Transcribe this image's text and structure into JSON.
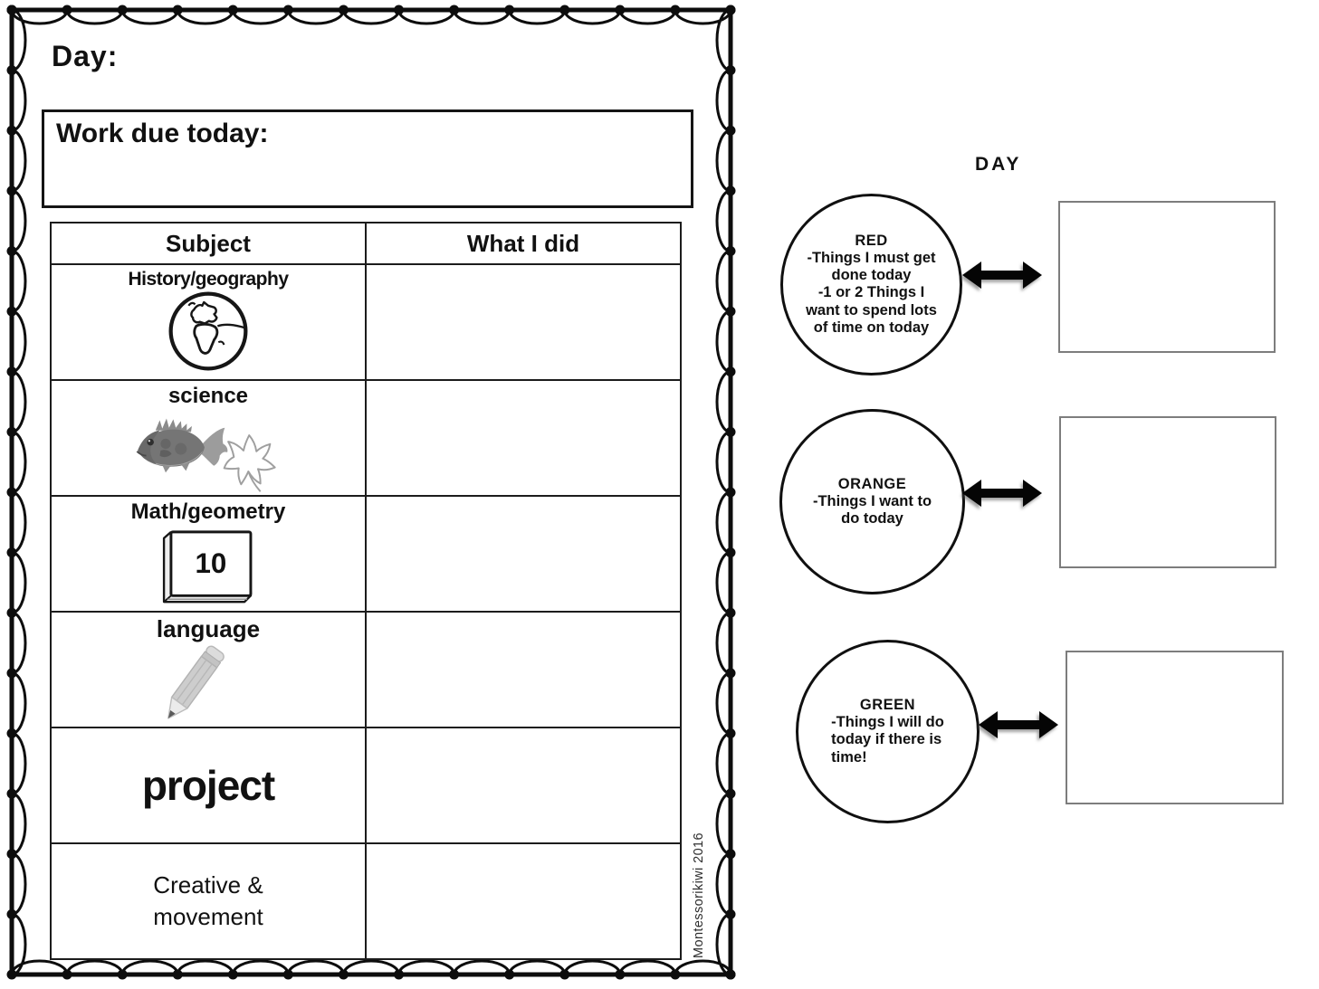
{
  "page": {
    "day_label": "Day:",
    "work_due_label": "Work due today:",
    "table": {
      "headers": [
        "Subject",
        "What I did"
      ],
      "rows": [
        {
          "subject": "History/geography",
          "icon": "globe-icon",
          "what_i_did": ""
        },
        {
          "subject": "science",
          "icon": "fish-icon leaf-icon",
          "what_i_did": ""
        },
        {
          "subject": "Math/geometry",
          "icon": "book-icon",
          "book_number": "10",
          "what_i_did": ""
        },
        {
          "subject": "language",
          "icon": "pencil-icon",
          "what_i_did": ""
        },
        {
          "subject": "project",
          "icon": "",
          "what_i_did": ""
        },
        {
          "subject": "Creative &\nmovement",
          "icon": "",
          "what_i_did": ""
        }
      ]
    },
    "credit": "Montessorikiwi 2016"
  },
  "legend": {
    "title": "DAY",
    "items": [
      {
        "name": "RED",
        "description": "-Things I must get\ndone today\n-1 or 2 Things I\nwant to spend lots\nof time on today"
      },
      {
        "name": "ORANGE",
        "description": "-Things I want to\ndo today"
      },
      {
        "name": "GREEN",
        "description": "-Things I will do\ntoday if there is\ntime!"
      }
    ]
  },
  "icons": {
    "globe": "globe-icon",
    "fish": "fish-icon",
    "leaf": "leaf-icon",
    "book": "book-icon",
    "pencil": "pencil-icon",
    "arrow": "double-arrow-icon"
  },
  "colors": {
    "ink": "#111111",
    "frame": "#0d0d0d",
    "answer_box_border": "#7d7d7d",
    "icon_gray": "#bdbdbd"
  }
}
